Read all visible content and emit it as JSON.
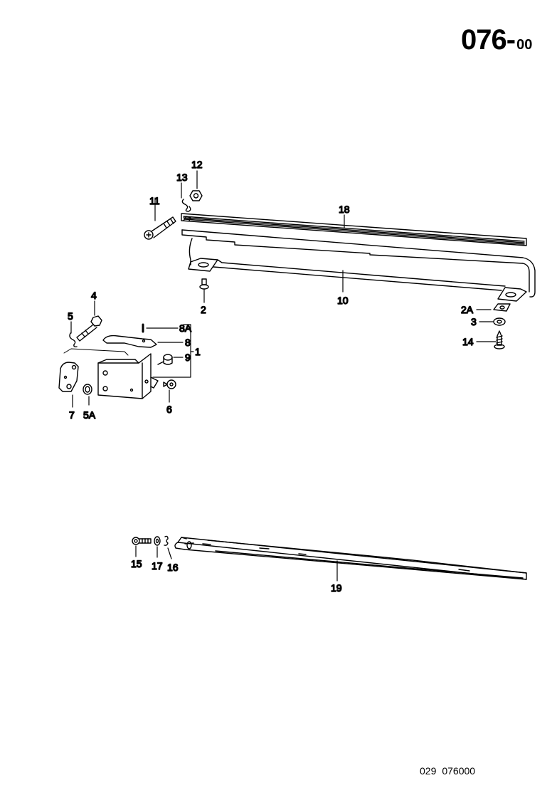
{
  "header": {
    "page_code": "076",
    "page_suffix": "00"
  },
  "footer": {
    "ref_prefix": "029",
    "ref_number": "076000"
  },
  "callouts": [
    {
      "id": "12",
      "label": "12"
    },
    {
      "id": "13",
      "label": "13"
    },
    {
      "id": "11",
      "label": "11"
    },
    {
      "id": "18",
      "label": "18"
    },
    {
      "id": "10",
      "label": "10"
    },
    {
      "id": "2",
      "label": "2"
    },
    {
      "id": "2A",
      "label": "2A"
    },
    {
      "id": "3",
      "label": "3"
    },
    {
      "id": "14",
      "label": "14"
    },
    {
      "id": "4",
      "label": "4"
    },
    {
      "id": "5",
      "label": "5"
    },
    {
      "id": "8A",
      "label": "8A"
    },
    {
      "id": "8",
      "label": "8"
    },
    {
      "id": "9",
      "label": "9"
    },
    {
      "id": "1",
      "label": "1"
    },
    {
      "id": "6",
      "label": "6"
    },
    {
      "id": "7",
      "label": "7"
    },
    {
      "id": "5A",
      "label": "5A"
    },
    {
      "id": "15",
      "label": "15"
    },
    {
      "id": "17",
      "label": "17"
    },
    {
      "id": "16",
      "label": "16"
    },
    {
      "id": "19",
      "label": "19"
    }
  ]
}
